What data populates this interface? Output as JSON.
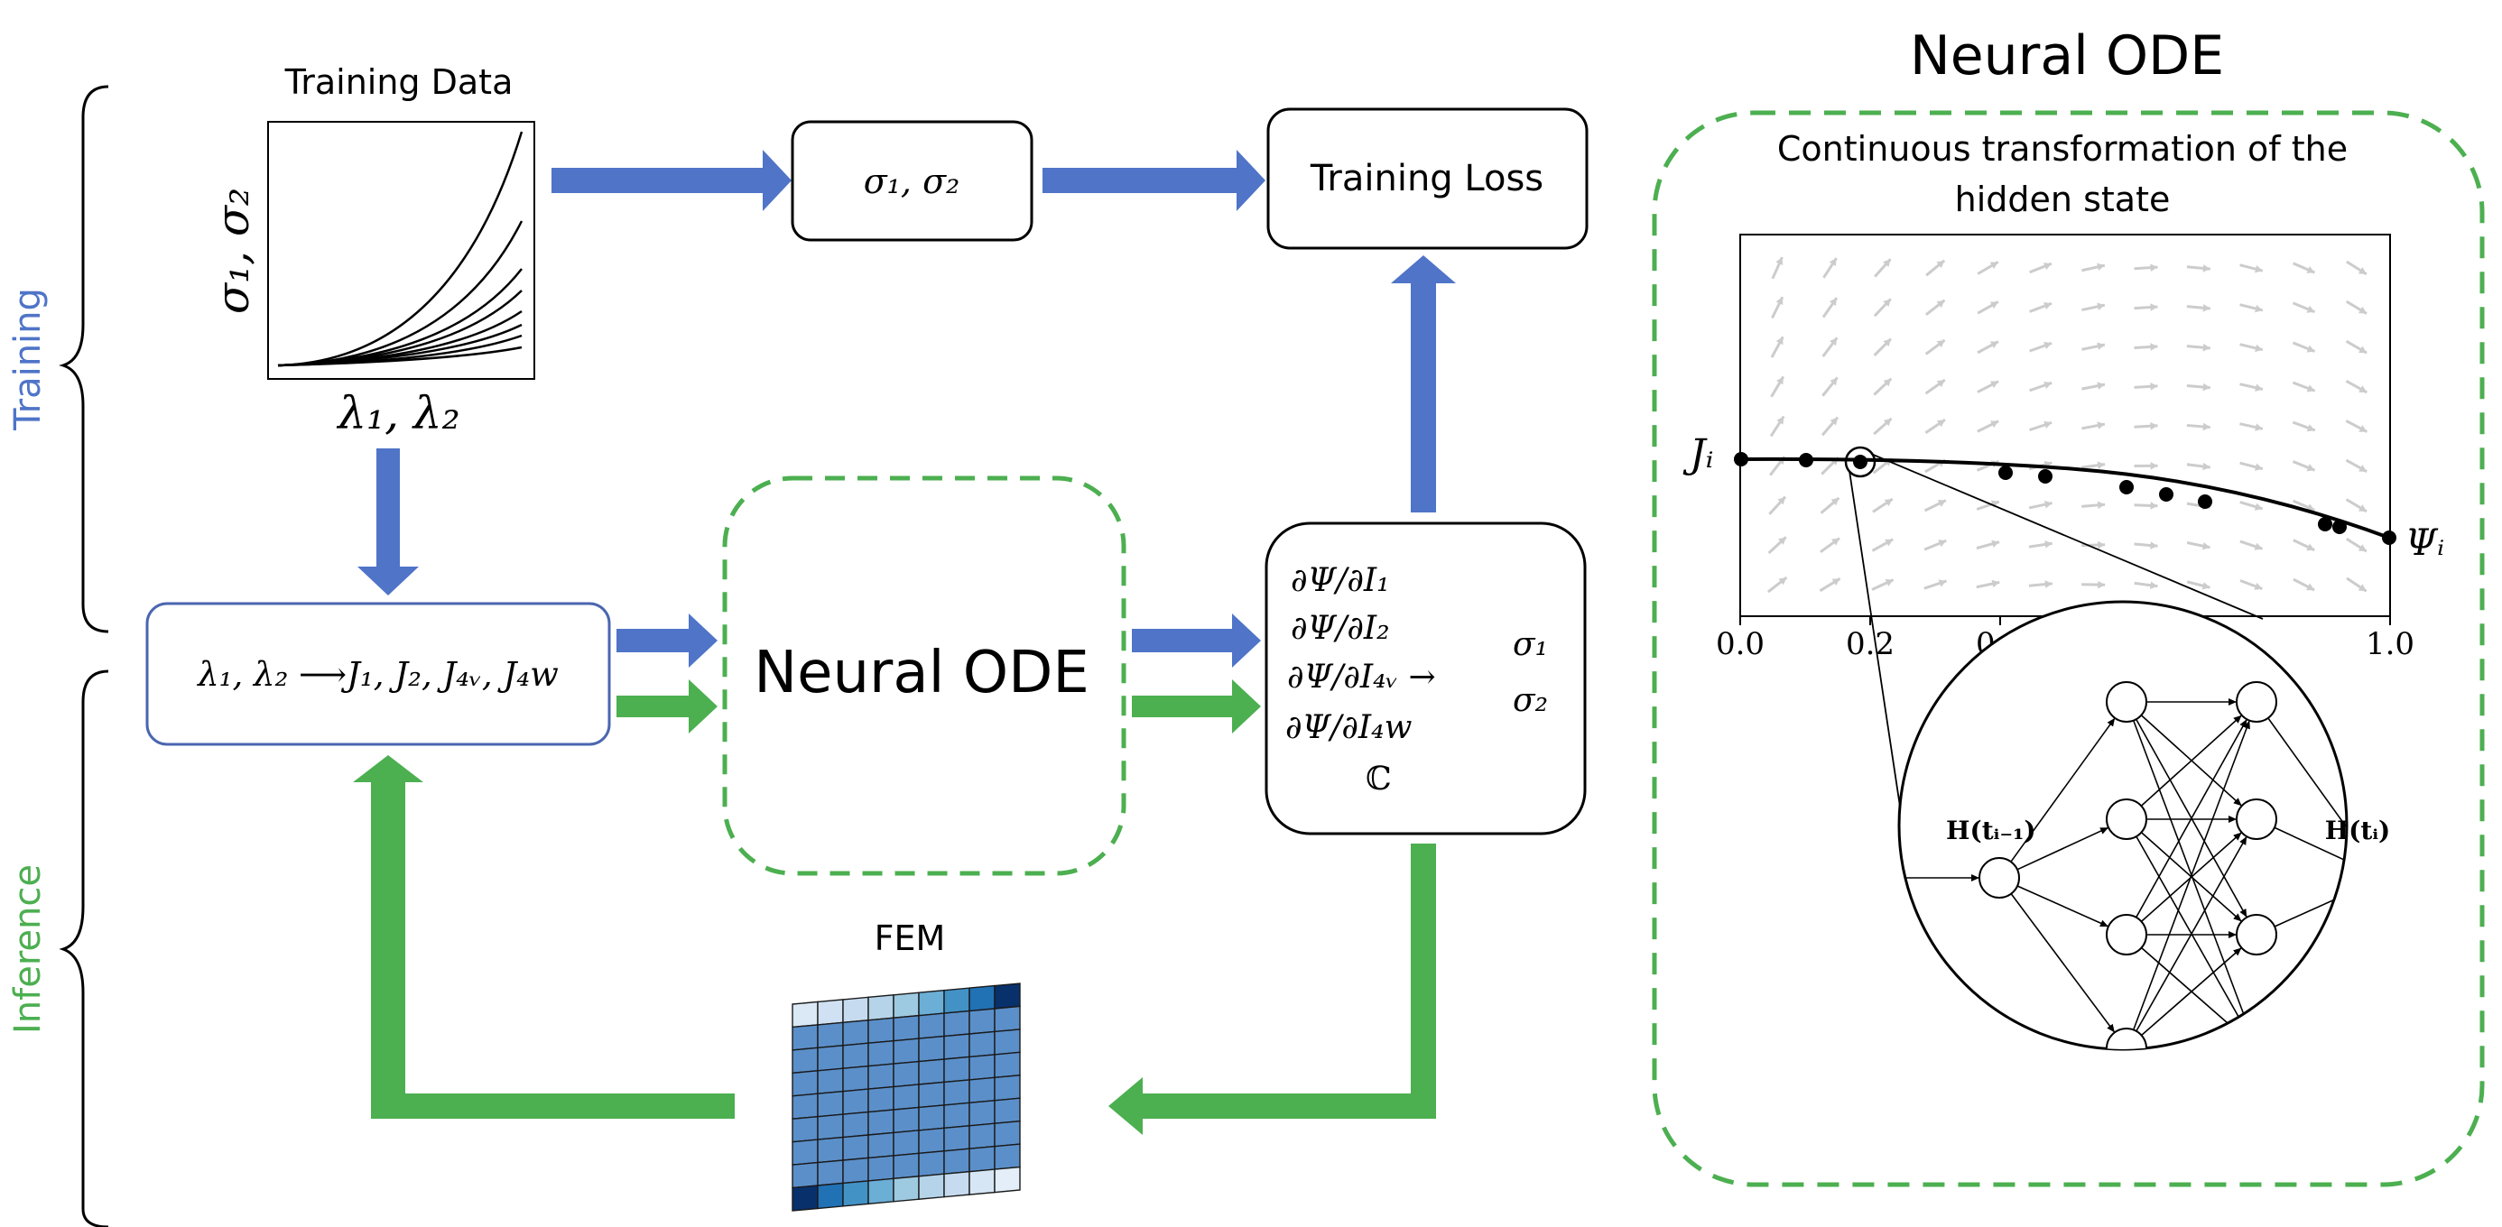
{
  "colors": {
    "training_blue": "#4f74c8",
    "inference_green": "#4caf50",
    "box_stroke": "#000000",
    "lambda_box_stroke": "#4a66b0",
    "vector_field_arrow": "#cccccc",
    "grid_light": "#c6dbef",
    "grid_dark": "#08306b"
  },
  "phases": {
    "training_label": "Training",
    "inference_label": "Inference"
  },
  "training_data": {
    "title": "Training Data",
    "y_label": "σ₁, σ₂",
    "x_label": "λ₁, λ₂"
  },
  "sigma_box": {
    "label": "σ₁, σ₂"
  },
  "loss_box": {
    "label": "Training Loss"
  },
  "invariants_box": {
    "label": "λ₁, λ₂ ⟶J₁, J₂, J₄ᵥ, J₄w"
  },
  "node_box": {
    "label": "Neural ODE"
  },
  "output_box": {
    "lines": [
      "∂Ψ/∂I₁",
      "∂Ψ/∂I₂",
      "∂Ψ/∂I₄ᵥ →",
      "∂Ψ/∂I₄w",
      "ℂ"
    ],
    "sigma1": "σ₁",
    "sigma2": "σ₂"
  },
  "fem": {
    "label": "FEM"
  },
  "neural_ode_panel": {
    "title": "Neural ODE",
    "subtitle_line1": "Continuous transformation of the",
    "subtitle_line2": "hidden state",
    "left_label": "Jᵢ",
    "right_label": "Ψᵢ",
    "x_ticks": [
      "0.0",
      "0.2",
      "0.4",
      "1.0"
    ],
    "hidden_in": "H(tᵢ₋₁)",
    "hidden_out": "H(tᵢ)"
  }
}
